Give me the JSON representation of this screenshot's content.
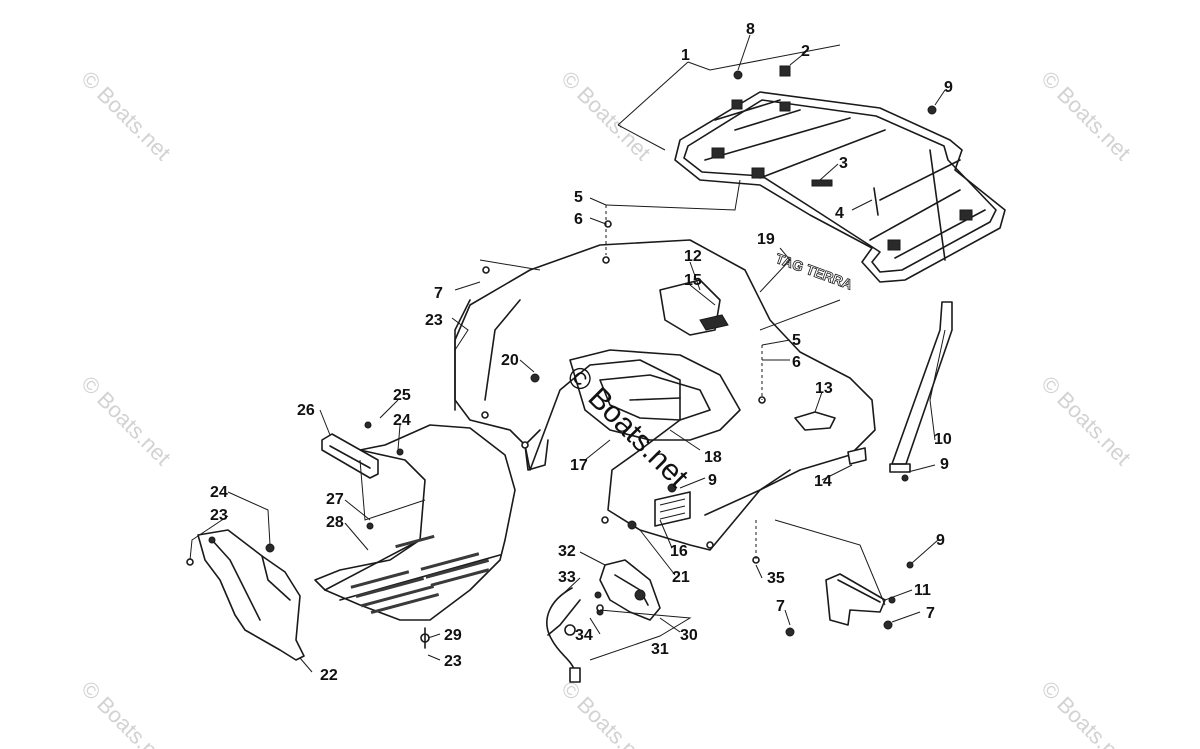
{
  "watermark": {
    "text": "© Boats.net",
    "color": "#c8c8c8"
  },
  "center_watermark": {
    "text": "© Boats.net"
  },
  "decal_text": "TAG TERRA",
  "callouts": {
    "c1": "1",
    "c2": "2",
    "c3": "3",
    "c4": "4",
    "c5a": "5",
    "c6a": "6",
    "c5b": "5",
    "c6b": "6",
    "c7a": "7",
    "c7b": "7",
    "c7c": "7",
    "c8": "8",
    "c9a": "9",
    "c9b": "9",
    "c9c": "9",
    "c9d": "9",
    "c10": "10",
    "c11": "11",
    "c12": "12",
    "c13": "13",
    "c14": "14",
    "c15": "15",
    "c16": "16",
    "c17": "17",
    "c18": "18",
    "c19": "19",
    "c20": "20",
    "c21": "21",
    "c22": "22",
    "c23a": "23",
    "c23b": "23",
    "c23c": "23",
    "c24a": "24",
    "c24b": "24",
    "c25": "25",
    "c26": "26",
    "c27": "27",
    "c28": "28",
    "c29": "29",
    "c30": "30",
    "c31": "31",
    "c32": "32",
    "c33": "33",
    "c34": "34",
    "c35": "35"
  }
}
